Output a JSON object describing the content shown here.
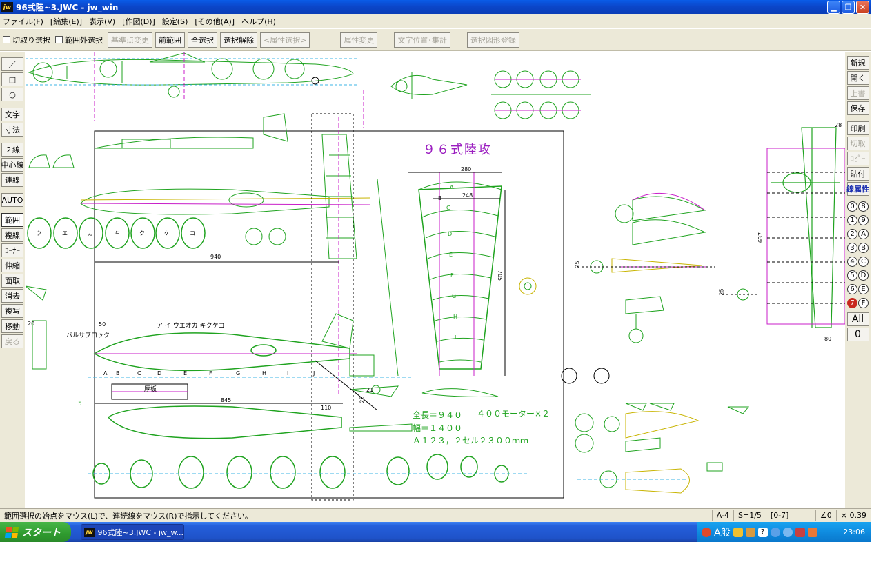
{
  "window": {
    "app_logo": "jw",
    "title": "96式陸~3.JWC - jw_win"
  },
  "menu": [
    "ファイル(F)",
    "[編集(E)]",
    "表示(V)",
    "[作図(D)]",
    "設定(S)",
    "[その他(A)]",
    "ヘルプ(H)"
  ],
  "toolbar": {
    "checkboxes": [
      "切取り選択",
      "範囲外選択"
    ],
    "buttons": [
      {
        "label": "基準点変更",
        "enabled": false
      },
      {
        "label": "前範囲",
        "enabled": true
      },
      {
        "label": "全選択",
        "enabled": true
      },
      {
        "label": "選択解除",
        "enabled": true
      },
      {
        "label": "<属性選択>",
        "enabled": false
      }
    ],
    "buttons2": [
      {
        "label": "属性変更",
        "enabled": false
      },
      {
        "label": "文字位置･集計",
        "enabled": false
      },
      {
        "label": "選択図形登録",
        "enabled": false
      }
    ]
  },
  "left_tools": {
    "group1": [
      "／",
      "□",
      "○"
    ],
    "group2": [
      "文字",
      "寸法"
    ],
    "group3": [
      "２線",
      "中心線",
      "連線"
    ],
    "group4": [
      "AUTO"
    ],
    "group5": [
      {
        "label": "範囲",
        "active": true
      },
      {
        "label": "複線"
      },
      {
        "label": "ｺｰﾅｰ"
      },
      {
        "label": "伸縮"
      },
      {
        "label": "面取"
      },
      {
        "label": "消去"
      },
      {
        "label": "複写"
      },
      {
        "label": "移動"
      },
      {
        "label": "戻る",
        "disabled": true
      }
    ]
  },
  "right_tools": {
    "file_buttons": [
      {
        "label": "新規"
      },
      {
        "label": "開く"
      },
      {
        "label": "上書",
        "disabled": true
      },
      {
        "label": "保存"
      }
    ],
    "edit_buttons": [
      {
        "label": "印刷"
      },
      {
        "label": "切取",
        "disabled": true
      },
      {
        "label": "ｺﾋﾟｰ",
        "disabled": true
      },
      {
        "label": "貼付"
      },
      {
        "label": "線属性",
        "blue": true
      }
    ],
    "layers": [
      {
        "label": "0"
      },
      {
        "label": "8"
      },
      {
        "label": "1"
      },
      {
        "label": "9"
      },
      {
        "label": "2"
      },
      {
        "label": "A"
      },
      {
        "label": "3"
      },
      {
        "label": "B"
      },
      {
        "label": "4"
      },
      {
        "label": "C"
      },
      {
        "label": "5"
      },
      {
        "label": "D"
      },
      {
        "label": "6"
      },
      {
        "label": "E"
      },
      {
        "label": "7",
        "active": true
      },
      {
        "label": "F"
      }
    ],
    "all_label": "All",
    "zero_label": "0"
  },
  "drawing": {
    "title": "９６式陸攻",
    "spec_length": "全長＝９４０",
    "spec_motor": "４００モーター×２",
    "spec_span": "幅＝１４００",
    "spec_battery": "Ａ１２３，２セル２３００ｍｍ",
    "label_balsa_block": "バルサブロック",
    "label_plank": "厚板",
    "dims": {
      "d940": "940",
      "d845": "845",
      "d280": "280",
      "d248": "248",
      "d705": "705",
      "d637": "637",
      "d80": "80",
      "d110": "110",
      "d5": "5",
      "d50": "50",
      "d20": "20",
      "d25a": "25",
      "d25b": "25",
      "d23": "23",
      "d21": "21",
      "d28r": "28"
    },
    "station_letters": [
      "A",
      "B",
      "C",
      "D",
      "E",
      "F",
      "G",
      "H",
      "I",
      "J"
    ],
    "former_labels": [
      "ウ",
      "エ",
      "カ",
      "キ",
      "ク",
      "ケ",
      "コ"
    ],
    "fuselage_labels": "ア イ ウエオカ キクケコ",
    "rib_labels": [
      "A",
      "B",
      "C",
      "D",
      "E",
      "F",
      "G",
      "H",
      "I"
    ]
  },
  "status": {
    "message": "範囲選択の始点をマウス(L)で、連続線をマウス(R)で指示してください。",
    "paper": "A-4",
    "scale": "S=1/5",
    "layer_range": "[0-7]",
    "angle": "∠0",
    "zoom": "× 0.39"
  },
  "taskbar": {
    "start_label": "スタート",
    "task_logo": "jw",
    "task_label": "96式陸~3.JWC - jw_w...",
    "ime": "A般",
    "clock": "23:06"
  },
  "colors": {
    "green": "#1fa31f",
    "magenta": "#c81ec8",
    "black": "#000000",
    "yellow": "#c8b400",
    "cyan": "#3cb4e6",
    "title_purple": "#9b1ec0"
  }
}
